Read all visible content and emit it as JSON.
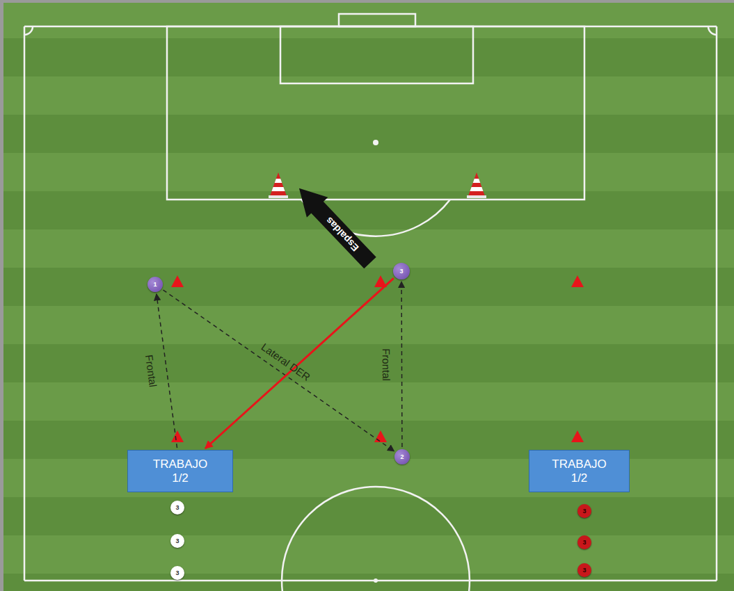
{
  "diagram": {
    "nodes": [
      {
        "text": [
          "1"
        ]
      },
      {
        "text": [
          "3"
        ]
      },
      {
        "text": [
          "2"
        ]
      },
      {
        "text": [
          "TRABAJO 1/2"
        ]
      },
      {
        "text": [
          "TRABAJO 1/2"
        ]
      },
      {
        "text": [
          "3"
        ]
      },
      {
        "text": [
          "3"
        ]
      },
      {
        "text": [
          "3"
        ]
      },
      {
        "text": [
          "3"
        ]
      },
      {
        "text": [
          "3"
        ]
      },
      {
        "text": [
          "3"
        ]
      }
    ],
    "edges": [
      {
        "from": 0,
        "to": 2,
        "label": "Lateral DER",
        "arrow": "to"
      },
      {
        "from": 3,
        "to": 0,
        "label": "Frontal",
        "arrow": "to"
      },
      {
        "from": 2,
        "to": 1,
        "label": "Frontal",
        "arrow": "to"
      },
      {
        "from": 1,
        "to": 3,
        "arrow": "to"
      }
    ],
    "labels": [
      "Espaldas"
    ]
  }
}
